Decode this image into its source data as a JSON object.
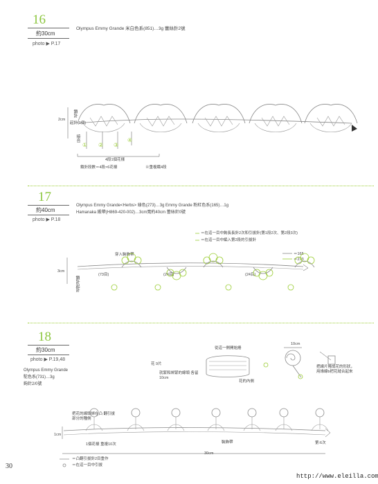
{
  "s16": {
    "number": "16",
    "size": "約30cm",
    "photo": "photo ▶ P.17",
    "materials": "Olympus Emmy Grande 米白色系(851)…3g 蕾絲針2號",
    "label_height": "2cm",
    "label_left_top": "鎖針",
    "label_left_mid": "起針(1個)",
    "label_left_bot": "接合",
    "circles": [
      "①",
      "②",
      "③",
      "④"
    ],
    "pattern_label": "4段1個花樣",
    "repeat_note": "鎖針段數＝4段×6花樣",
    "repeat_note2": "※重複織4段"
  },
  "s17": {
    "number": "17",
    "size": "約40cm",
    "photo": "photo ▶ P.18",
    "materials_line1": "Olympus Emmy Grande<Herbs> 綠色(273)…3g  Emmy Grande 粉紅色系(165)…1g",
    "materials_line2": "Hamanaka 緞帶(H869-420-002)…3cm寬約40cm  蕾絲針0號",
    "legend1": "＝在這一目中鉤長長針2次和引拔針(第1段2次、第2段3次)",
    "legend2": "＝在這一目中編入第2段的引拔針",
    "color1": "＝165",
    "color2": "＝273",
    "ribbon_label": "穿入裝飾帶",
    "height_label": "3cm",
    "count_left": "(73目)",
    "count_mid1": "(24目)",
    "count_mid2": "(24目)",
    "side_label": "鎖針起針"
  },
  "s18": {
    "number": "18",
    "size": "約30cm",
    "photo": "photo ▶ P.19,48",
    "materials_line1": "Olympus Emmy Grande",
    "materials_line2": "駝色系(731)…3g",
    "materials_line3": "鉤針2/0號",
    "flower_label": "花 9片",
    "step_a": "從這一側開始捲",
    "step_b": "就緊和綁緊的線頭 各留10cm",
    "step_c": "花的內側",
    "step_d": "10cm",
    "step_e": "把線片捲成花的形狀，用綠線b把花縫合起來",
    "note_left": "把花的線頭綁在凸 翻引拔部分的種側",
    "label_1cm": "1cm",
    "pattern_note": "1個花樣 重複10次",
    "decor_label": "裝飾帶",
    "end_label": "第:6次",
    "width_label": "30cm",
    "legend_a": "＝凸翻引拔針2目重作",
    "legend_b": "＝在這一目中引拔"
  },
  "page": {
    "number": "30",
    "watermark": "http://www.eleilla.com"
  },
  "colors": {
    "accent": "#8cc63f",
    "pink": "#d9d9d9"
  }
}
